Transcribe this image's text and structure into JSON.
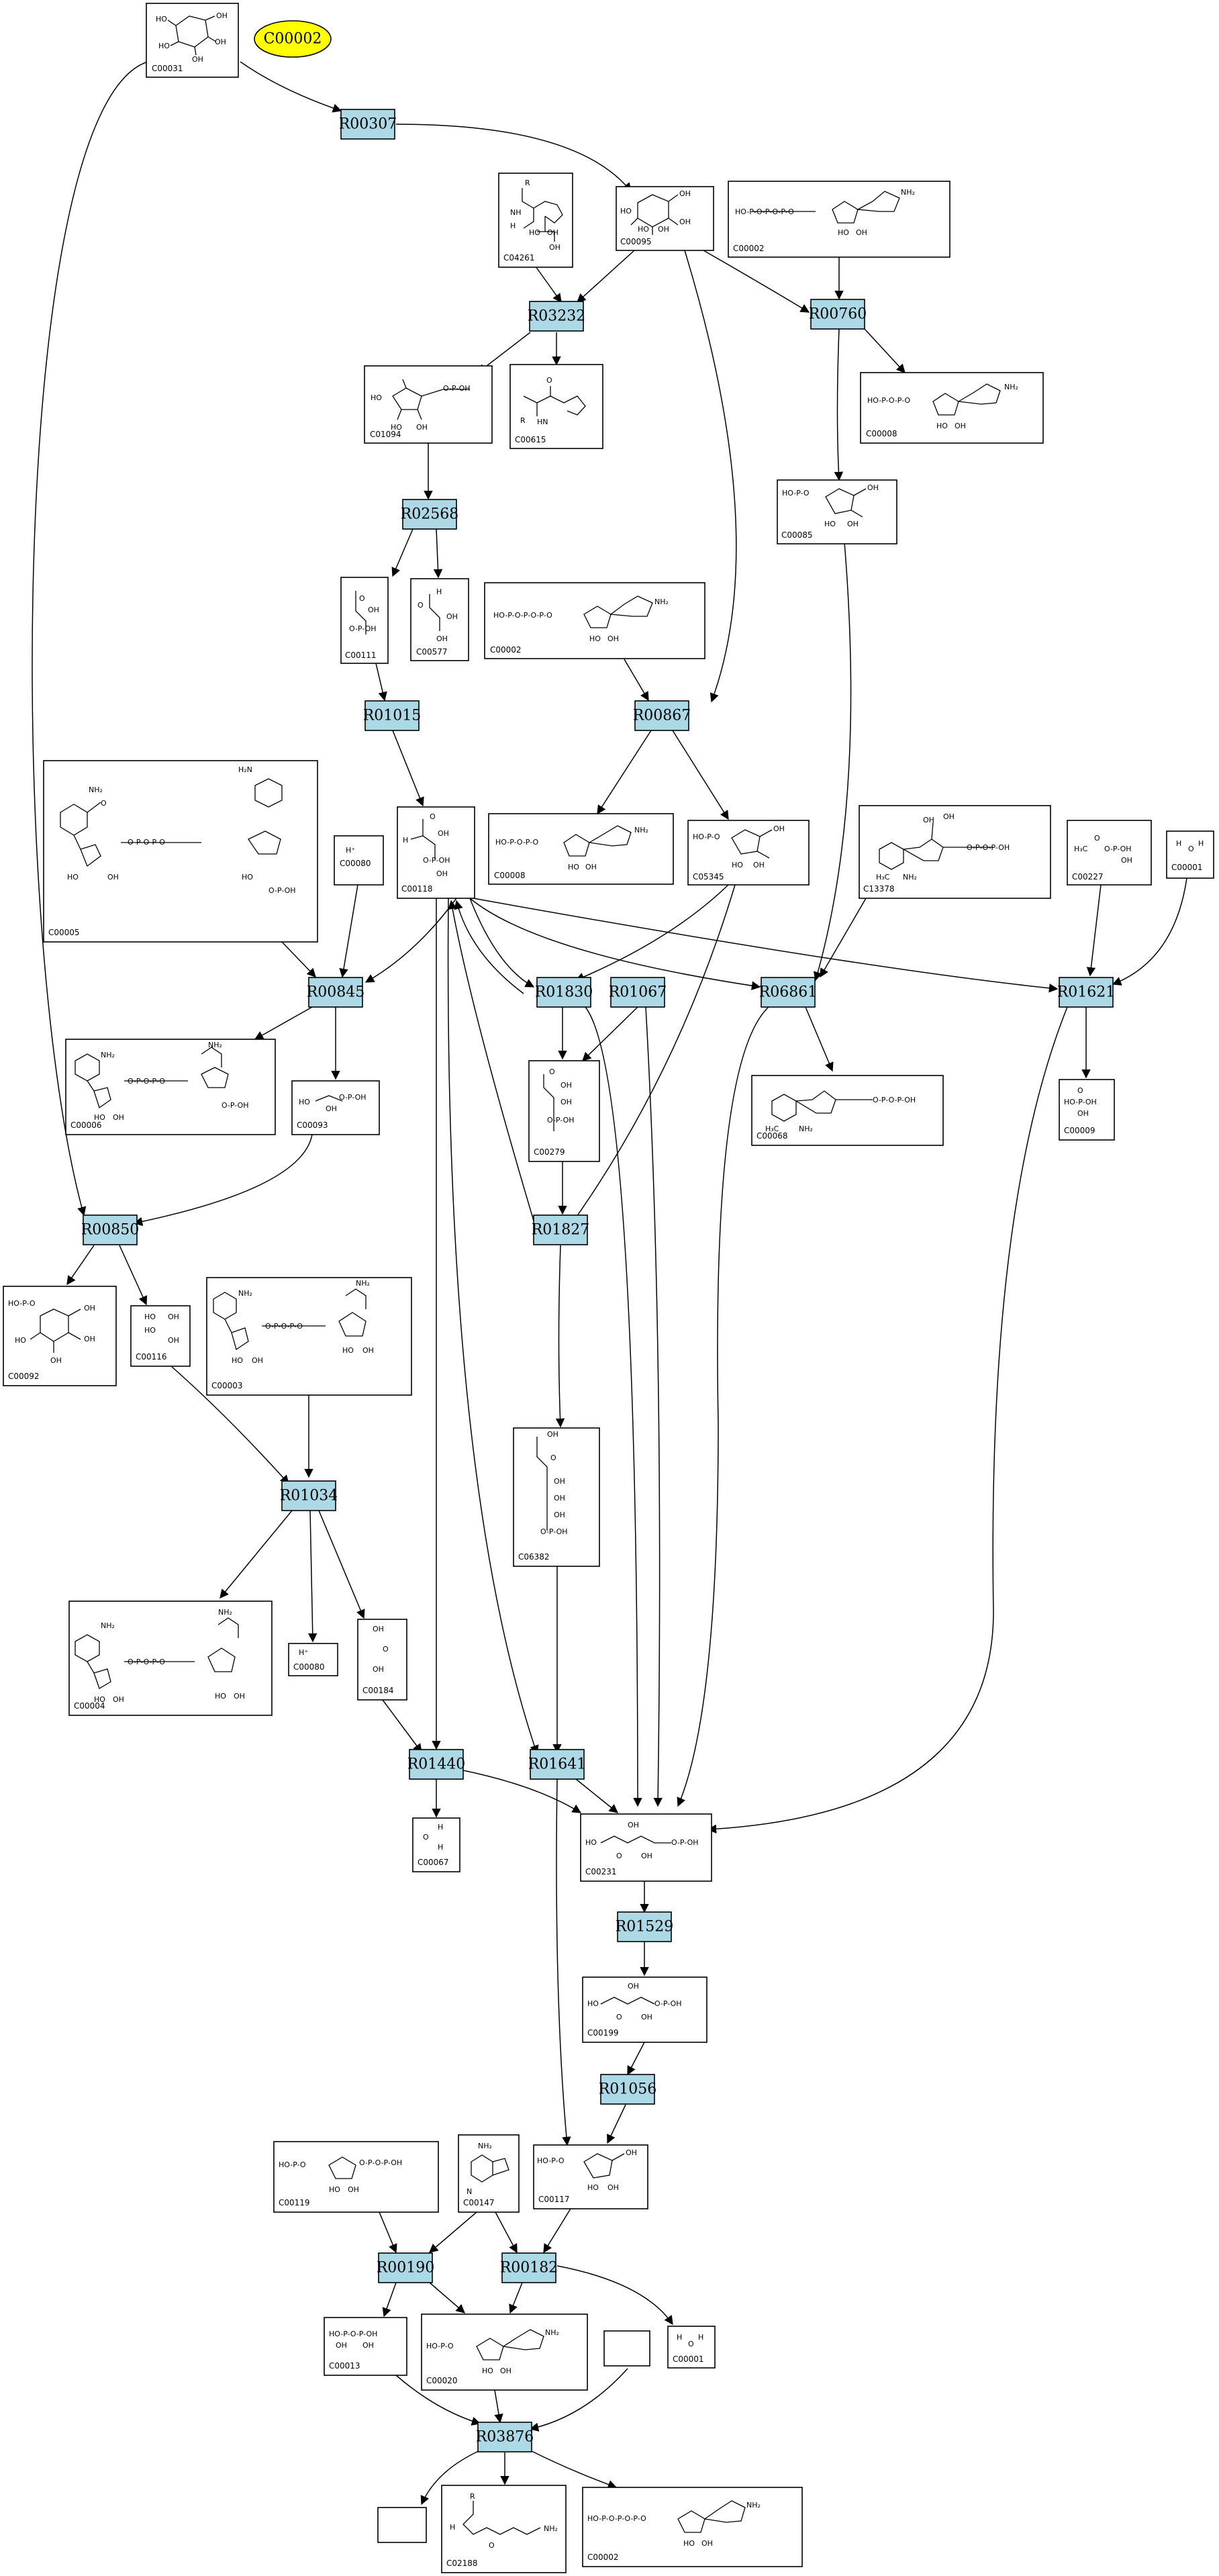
{
  "selected_compound": "C00002",
  "reactions": {
    "R00307": "R00307",
    "R03232": "R03232",
    "R00760": "R00760",
    "R02568": "R02568",
    "R01015": "R01015",
    "R00867": "R00867",
    "R00845": "R00845",
    "R01830": "R01830",
    "R01067": "R01067",
    "R06861": "R06861",
    "R01621": "R01621",
    "R01827": "R01827",
    "R00850": "R00850",
    "R01034": "R01034",
    "R01440": "R01440",
    "R01641": "R01641",
    "R01529": "R01529",
    "R01056": "R01056",
    "R00190": "R00190",
    "R00182": "R00182",
    "R03876": "R03876"
  },
  "compounds": {
    "c_C00031": "C00031",
    "c_C04261": "C04261",
    "c_C00095": "C00095",
    "c_C00002_top": "C00002",
    "c_C01094": "C01094",
    "c_C00615": "C00615",
    "c_C00008": "C00008",
    "c_C00085": "C00085",
    "c_C00111": "C00111",
    "c_C00577": "C00577",
    "c_C00002_mid": "C00002",
    "c_C00003_mid": "C00008",
    "c_C05345": "C05345",
    "c_C13378": "C13378",
    "c_C00227": "C00227",
    "c_C00001_top": "C00001",
    "c_C00005": "C00005",
    "c_C00080_a": "C00080",
    "c_C00118": "C00118",
    "c_C00006": "C00006",
    "c_C00093": "C00093",
    "c_C00279": "C00279",
    "c_C00068": "C00068",
    "c_C00009": "C00009",
    "c_C00092": "C00092",
    "c_C00116": "C00116",
    "c_C00003": "C00003",
    "c_C06382": "C06382",
    "c_C00004": "C00004",
    "c_C00080_b": "C00080",
    "c_C00184": "C00184",
    "c_C00067": "C00067",
    "c_C00231": "C00231",
    "c_C00199": "C00199",
    "c_C00119": "C00119",
    "c_C00147": "C00147",
    "c_C00117": "C00117",
    "c_C00013": "C00013",
    "c_C00020": "C00020",
    "c_C00001_bot": "C00001",
    "c_C02188": "C02188",
    "c_C00002_bot": "C00002"
  }
}
